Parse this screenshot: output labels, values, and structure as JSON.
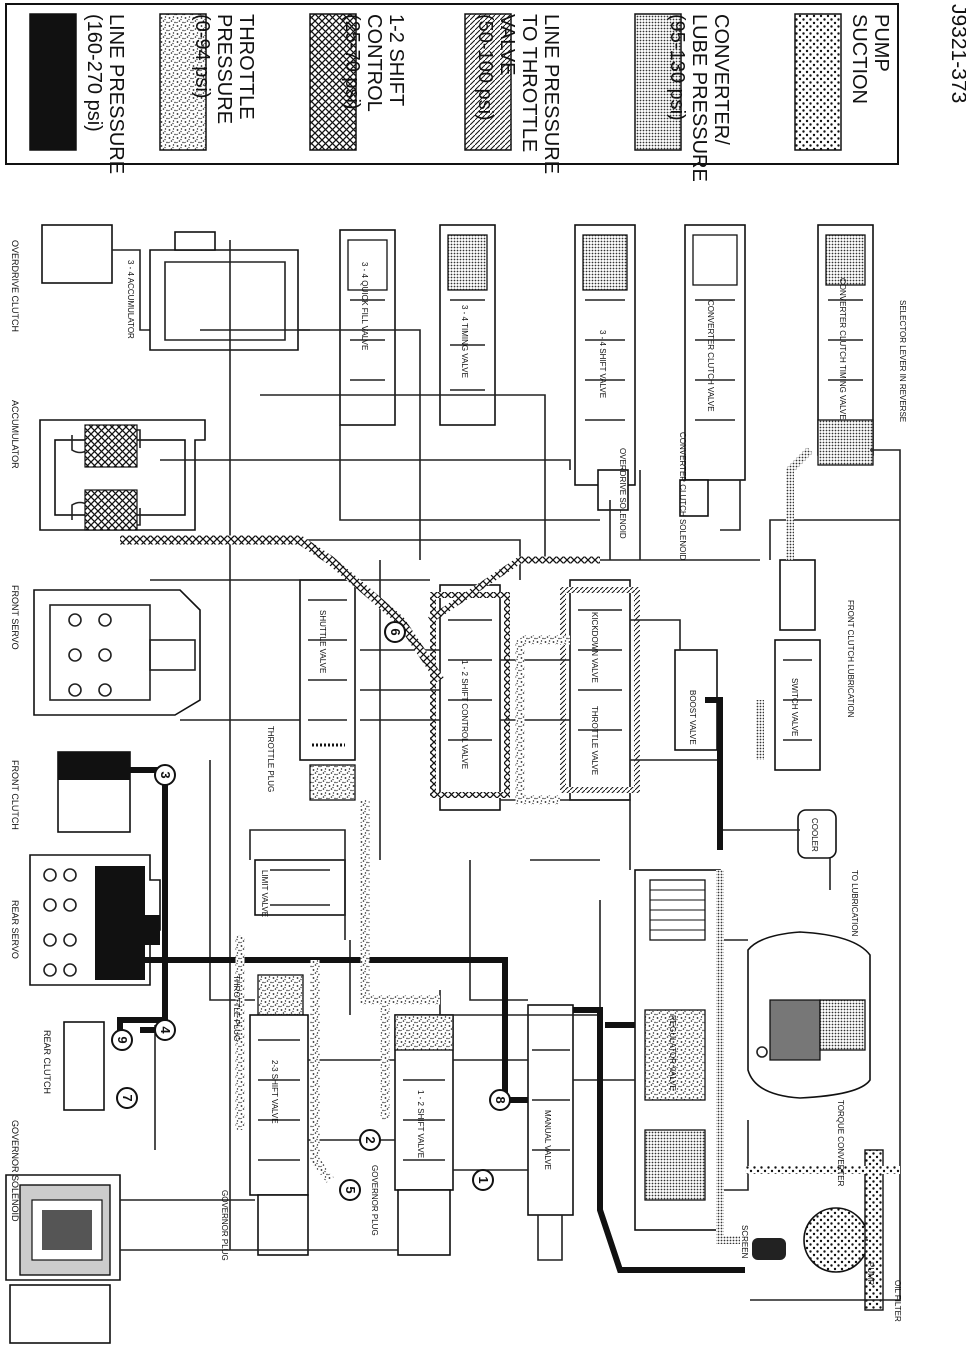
{
  "figure_id": "J9321-373",
  "legend": [
    {
      "key": "line",
      "lines": [
        "LINE PRESSURE",
        "(160-270 psi)"
      ],
      "pattern": "solid-black"
    },
    {
      "key": "throttle",
      "lines": [
        "THROTTLE",
        "PRESSURE",
        "(0-94 psi)"
      ],
      "pattern": "speckle"
    },
    {
      "key": "shift12",
      "lines": [
        "1-2 SHIFT",
        "CONTROL",
        "(25-70 psi)"
      ],
      "pattern": "crosshatch"
    },
    {
      "key": "lptv",
      "lines": [
        "LINE PRESSURE",
        "TO THROTTLE",
        "VALVE",
        "(50-100 psi)"
      ],
      "pattern": "diagonal"
    },
    {
      "key": "lube",
      "lines": [
        "CONVERTER/",
        "LUBE PRESSURE",
        "(95-130 psi)"
      ],
      "pattern": "dense-dot"
    },
    {
      "key": "suction",
      "lines": [
        "PUMP",
        "SUCTION"
      ],
      "pattern": "sparse-dot"
    }
  ],
  "labels": {
    "overdrive_clutch": "OVERDRIVE CLUTCH",
    "accumulator_34": "3 - 4 ACCUMULATOR",
    "accumulator": "ACCUMULATOR",
    "front_servo": "FRONT SERVO",
    "front_clutch": "FRONT CLUTCH",
    "rear_servo": "REAR SERVO",
    "rear_clutch": "REAR CLUTCH",
    "governor_solenoid": "GOVERNOR SOLENOID",
    "quick_fill_valve": "3 - 4 QUICK FILL VALVE",
    "timing_valve": "3 - 4 TIMING VALVE",
    "shift_valve_34": "3 - 4 SHIFT VALVE",
    "overdrive_solenoid": "OVERDRIVE SOLENOID",
    "converter_clutch_valve": "CONVERTER CLUTCH VALVE",
    "converter_clutch_solenoid": "CONVERTER CLUTCH SOLENOID",
    "converter_clutch_timing_valve": "CONVERTER CLUTCH TIMING VALVE",
    "selector_lever": "SELECTOR LEVER IN REVERSE",
    "shuttle_valve": "SHUTTLE VALVE",
    "shift_control_12": "1 - 2 SHIFT CONTROL VALVE",
    "kickdown_valve": "KICKDOWN VALVE",
    "throttle_valve": "THROTTLE VALVE",
    "throttle_plug_1": "THROTTLE PLUG",
    "limit_valve": "LIMIT VALVE",
    "throttle_plug_2": "THROTTLE PLUG",
    "shift_valve_23": "2-3 SHIFT VALVE",
    "shift_valve_12": "1 - 2 SHIFT VALVE",
    "governor_plug_1": "GOVERNOR PLUG",
    "governor_plug_2": "GOVERNOR PLUG",
    "manual_valve": "MANUAL VALVE",
    "regulator_valve": "REGULATOR VALVE",
    "boost_valve": "BOOST VALVE",
    "switch_valve": "SWITCH VALVE",
    "front_clutch_lubrication": "FRONT CLUTCH LUBRICATION",
    "cooler": "COOLER",
    "to_lubrication": "TO LUBRICATION",
    "torque_converter": "TORQUE CONVERTER",
    "screen": "SCREEN",
    "pump": "PUMP",
    "oil_filter": "OIL FILTER"
  },
  "callouts": [
    "1",
    "2",
    "3",
    "4",
    "5",
    "6",
    "7",
    "8",
    "9"
  ]
}
